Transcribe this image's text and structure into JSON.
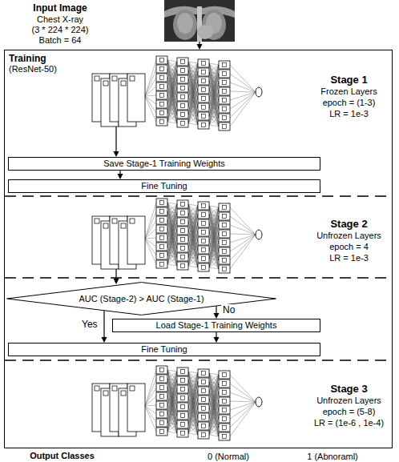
{
  "diagram": {
    "nodes": [
      {
        "text": [
          "Training",
          "(ResNet-50)"
        ]
      },
      {
        "text": [
          "Save Stage-1 Training Weights"
        ],
        "in": 0
      },
      {
        "text": [
          "Fine Tuning"
        ],
        "in": 0
      },
      {
        "text": [
          "AUC (Stage-2) > AUC (Stage-1)"
        ],
        "in": 0
      },
      {
        "text": [
          "Load Stage-1 Training Weights"
        ],
        "in": 0
      },
      {
        "text": [
          "Fine Tuning"
        ],
        "in": 0
      }
    ],
    "edges": [
      {
        "from": 1,
        "to": 2,
        "arrow": "to"
      },
      {
        "from": 3,
        "to": 4,
        "label": "No",
        "arrow": "to"
      },
      {
        "from": 3,
        "to": 5,
        "label": "Yes",
        "arrow": "to"
      },
      {
        "from": 4,
        "to": 5,
        "arrow": "to"
      }
    ],
    "labels": [
      "Input Image",
      "Chest X-ray",
      "(3 * 224 * 224)",
      "Batch = 64",
      "Stage 1",
      "Frozen Layers",
      "epoch = (1-3)",
      "LR = 1e-3",
      "Stage 2",
      "Unfrozen Layers",
      "epoch = 4",
      "LR = 1e-3",
      "Stage 3",
      "Unfrozen Layers",
      "epoch = (5-8)",
      "LR = (1e-6 , 1e-4)",
      "Output Classes",
      "0 (Normal)",
      "1 (Abnoraml)"
    ]
  }
}
